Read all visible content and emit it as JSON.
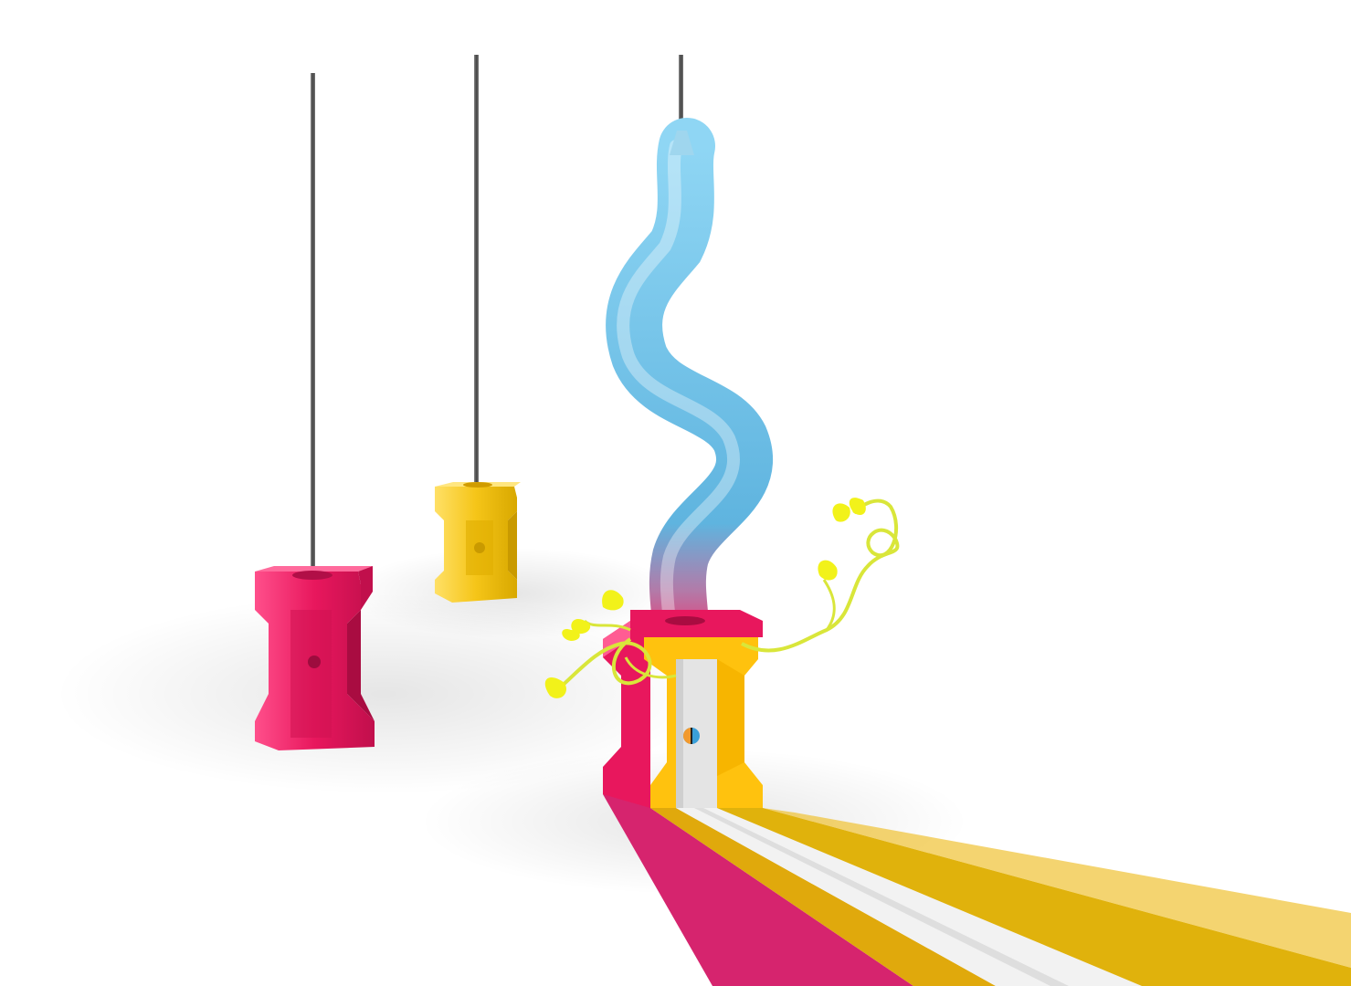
{
  "scene": {
    "background_color": "#ffffff",
    "floor_shadow_color": "#dcdcdc",
    "sharpeners": [
      {
        "name": "pink-sharpener",
        "body_color": "#e8175d",
        "dark_color": "#b10f47",
        "light_color": "#ff5c93",
        "pencil_lead_color": "#555555"
      },
      {
        "name": "yellow-sharpener",
        "body_color": "#f5c518",
        "dark_color": "#c99a00",
        "light_color": "#ffe066",
        "pencil_lead_color": "#555555"
      },
      {
        "name": "main-sharpener",
        "front_color": "#ffc20e",
        "side_color": "#e8175d",
        "blade_color": "#e6e6e6",
        "screw_color_a": "#f29a2e",
        "screw_color_b": "#3a9fd8"
      }
    ],
    "wavy_pencil": {
      "color_top": "#7fd0f2",
      "color_bottom": "#d9457e",
      "tip_color": "#9a9a9a"
    },
    "vine": {
      "stem_color": "#d9e63a",
      "leaf_color": "#f2f21a",
      "leaf_count": 7
    },
    "shaving_strip": {
      "colors": [
        "#d6246e",
        "#e0a90c",
        "#f0f0f0",
        "#e0b20c"
      ]
    }
  }
}
